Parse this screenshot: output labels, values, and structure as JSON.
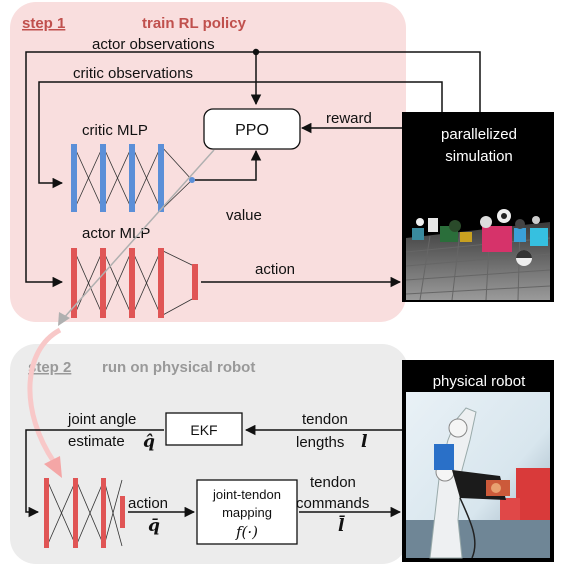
{
  "step1": {
    "step_label": "step 1",
    "title": "train RL policy",
    "actor_observations": "actor observations",
    "critic_observations": "critic observations",
    "ppo": "PPO",
    "reward": "reward",
    "critic_mlp": "critic MLP",
    "value": "value",
    "actor_mlp": "actor MLP",
    "action": "action",
    "sim_label_line1": "parallelized",
    "sim_label_line2": "simulation"
  },
  "step2": {
    "step_label": "step 2",
    "title": "run on physical robot",
    "robot_label": "physical robot",
    "joint_angle_line1": "joint angle",
    "joint_angle_line2": "estimate",
    "joint_angle_symbol": "q̂",
    "ekf": "EKF",
    "tendon_lengths_line1": "tendon",
    "tendon_lengths_line2": "lengths",
    "tendon_lengths_symbol": "l",
    "action": "action",
    "action_symbol": "q̄",
    "mapping_line1": "joint-tendon",
    "mapping_line2": "mapping",
    "mapping_fn": "f(·)",
    "tendon_commands_line1": "tendon",
    "tendon_commands_line2": "commands",
    "tendon_commands_symbol": "l̄"
  },
  "colors": {
    "step1_bg": "#f9dede",
    "step2_bg": "#ececec",
    "step1_accent": "#c0504d",
    "step2_accent": "#999999",
    "critic_bar": "#5b8fd8",
    "actor_bar": "#e05555",
    "robot_accent": "#d93a3a"
  }
}
